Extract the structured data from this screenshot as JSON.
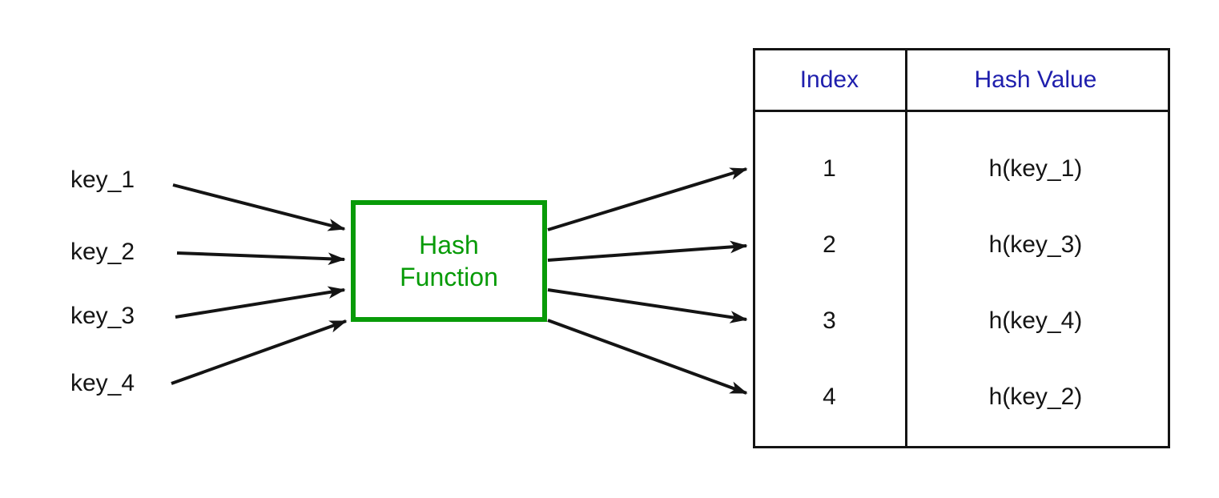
{
  "diagram": {
    "title_semantic": "hash-function-mapping-diagram",
    "keys": [
      "key_1",
      "key_2",
      "key_3",
      "key_4"
    ],
    "hash_box": {
      "line1": "Hash",
      "line2": "Function"
    },
    "table": {
      "headers": {
        "index": "Index",
        "hash_value": "Hash Value"
      },
      "rows": [
        {
          "index": "1",
          "value": "h(key_1)"
        },
        {
          "index": "2",
          "value": "h(key_3)"
        },
        {
          "index": "3",
          "value": "h(key_4)"
        },
        {
          "index": "4",
          "value": "h(key_2)"
        }
      ]
    },
    "colors": {
      "box_green": "#089b08",
      "header_blue": "#1f1fad",
      "line_black": "#141414",
      "background": "#ffffff"
    }
  }
}
